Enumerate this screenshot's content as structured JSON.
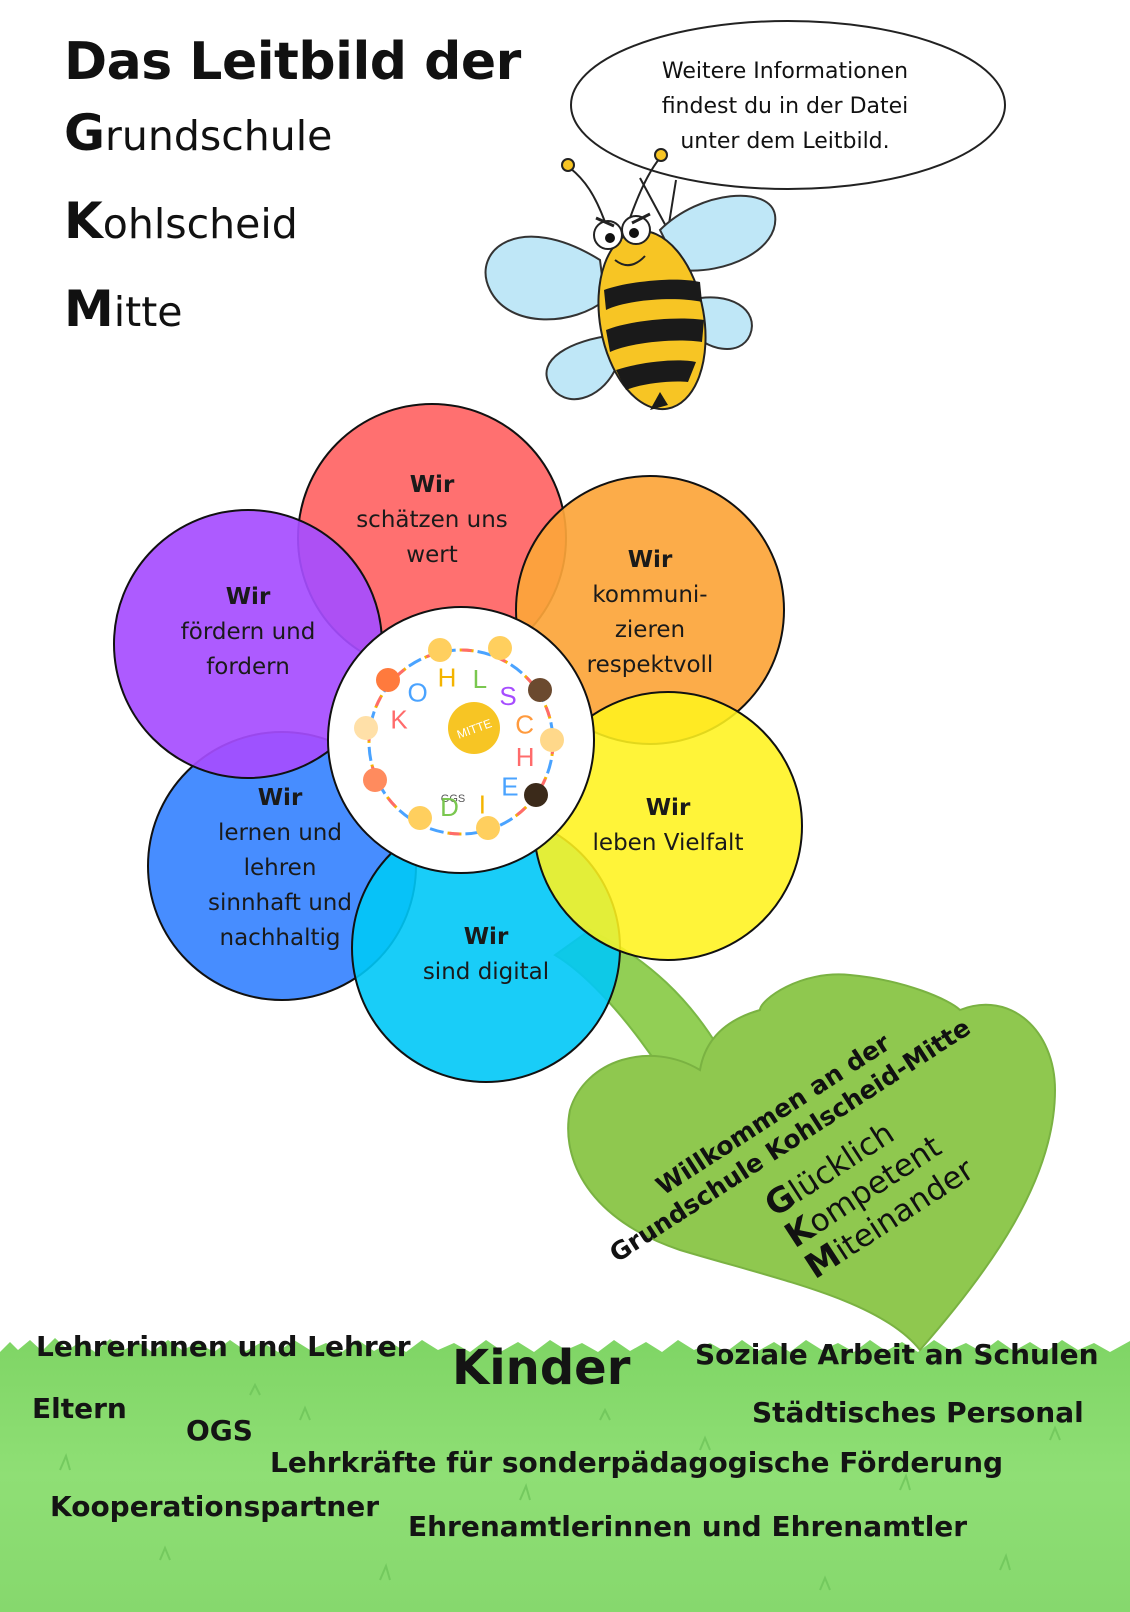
{
  "header": {
    "title": "Das Leitbild der",
    "lines": [
      {
        "initial": "G",
        "rest": "rundschule"
      },
      {
        "initial": "K",
        "rest": "ohlscheid"
      },
      {
        "initial": "M",
        "rest": "itte"
      }
    ]
  },
  "bubble": {
    "lines": [
      "Weitere Informationen",
      "findest du in der Datei",
      "unter dem Leitbild."
    ]
  },
  "petals": [
    {
      "id": "top",
      "head": "Wir",
      "lines": [
        "schätzen uns",
        "wert"
      ],
      "color": "#ff6b6b"
    },
    {
      "id": "upper-right",
      "head": "Wir",
      "lines": [
        "kommuni-",
        "zieren",
        "respektvoll"
      ],
      "color": "#fca53a"
    },
    {
      "id": "lower-right",
      "head": "Wir",
      "lines": [
        "leben Vielfalt"
      ],
      "color": "#fff21e"
    },
    {
      "id": "bottom",
      "head": "Wir",
      "lines": [
        "sind digital"
      ],
      "color": "#00c8f7"
    },
    {
      "id": "lower-left",
      "head": "Wir",
      "lines": [
        "lernen und",
        "lehren",
        "sinnhaft und",
        "nachhaltig"
      ],
      "color": "#3d87ff"
    },
    {
      "id": "upper-left",
      "head": "Wir",
      "lines": [
        "fördern und",
        "fordern"
      ],
      "color": "#a64dff"
    }
  ],
  "center_logo": {
    "word": "KOHLSCHEID",
    "badge": "MITTE",
    "small": "GGS"
  },
  "leaf": {
    "welcome_lines": [
      "Willkommen an der",
      "Grundschule Kohlscheid-Mitte"
    ],
    "motto": [
      {
        "initial": "G",
        "rest": "lücklich"
      },
      {
        "initial": "K",
        "rest": "ompetent"
      },
      {
        "initial": "M",
        "rest": "iteinander"
      }
    ]
  },
  "grass_labels": {
    "teachers": "Lehrerinnen und Lehrer",
    "children": "Kinder",
    "social_work": "Soziale Arbeit an Schulen",
    "parents": "Eltern",
    "ogs": "OGS",
    "municipal_staff": "Städtisches Personal",
    "special_ed": "Lehrkräfte für sonderpädagogische Förderung",
    "partners": "Kooperationspartner",
    "volunteers": "Ehrenamtlerinnen und Ehrenamtler"
  },
  "colors": {
    "leaf": "#8fc84f",
    "stem": "#92cf55",
    "grass": "#8ede72",
    "bee_yellow": "#f7c524",
    "wing": "#bfe7f7"
  }
}
